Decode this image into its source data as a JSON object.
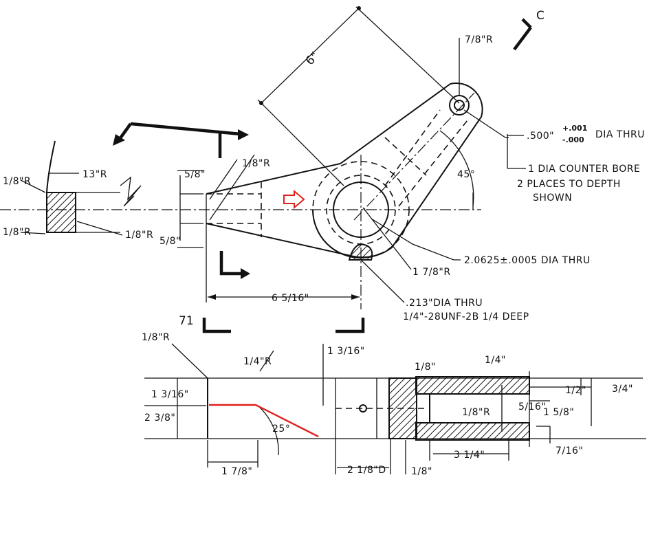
{
  "labels": {
    "section_marker": "C",
    "pin_radius": "7/8\"R",
    "overall_length": "6\"",
    "hole_dia_value": ".500\"",
    "hole_tol_plus": "+.001",
    "hole_tol_minus": "-.000",
    "hole_dia_suffix": "DIA THRU",
    "counterbore_line1": "1 DIA COUNTER BORE",
    "counterbore_line2": "2 PLACES TO DEPTH",
    "counterbore_line3": "SHOWN",
    "angle_top": "45°",
    "bore_dia": "2.0625±.0005 DIA THRU",
    "hub_radius": "1 7/8\"R",
    "tap_line1": ".213\"DIA THRU",
    "tap_line2": "1/4\"-28UNF-2B 1/4 DEEP",
    "length_6_5_16": "6 5/16\"",
    "left_radius_13": "13\"R",
    "left_r_eighth_top": "1/8\"R",
    "left_r_eighth_bottom": "1/8\"R",
    "left_r_eighth_right": "1/8\"R",
    "taper_r_eighth": "1/8\"R",
    "taper_top": "5/8\"",
    "taper_bottom": "5/8\"",
    "page_number": "71",
    "bottom_r_eighth": "1/8\"R",
    "bottom_r_quarter": "1/4\"R",
    "bottom_1_3_16_left": "1 3/16\"",
    "bottom_2_3_8": "2 3/8\"",
    "bottom_1_3_16_top": "1 3/16\"",
    "bottom_angle": "25°",
    "bottom_1_7_8": "1 7/8\"",
    "bottom_2_1_8_d": "2 1/8\"D",
    "bottom_1_8_a": "1/8\"",
    "bottom_1_4": "1/4\"",
    "bottom_1_8_r": "1/8\"R",
    "bottom_1_8_b": "1/8\"",
    "bottom_3_1_4": "3 1/4\"",
    "bottom_half": "1/2\"",
    "bottom_three_quarter": "3/4\"",
    "bottom_5_16": "5/16\"",
    "bottom_1_5_8": "1 5/8\"",
    "bottom_7_16": "7/16\""
  },
  "colors": {
    "ink": "#111111",
    "annotation_red": "#e0201b"
  }
}
